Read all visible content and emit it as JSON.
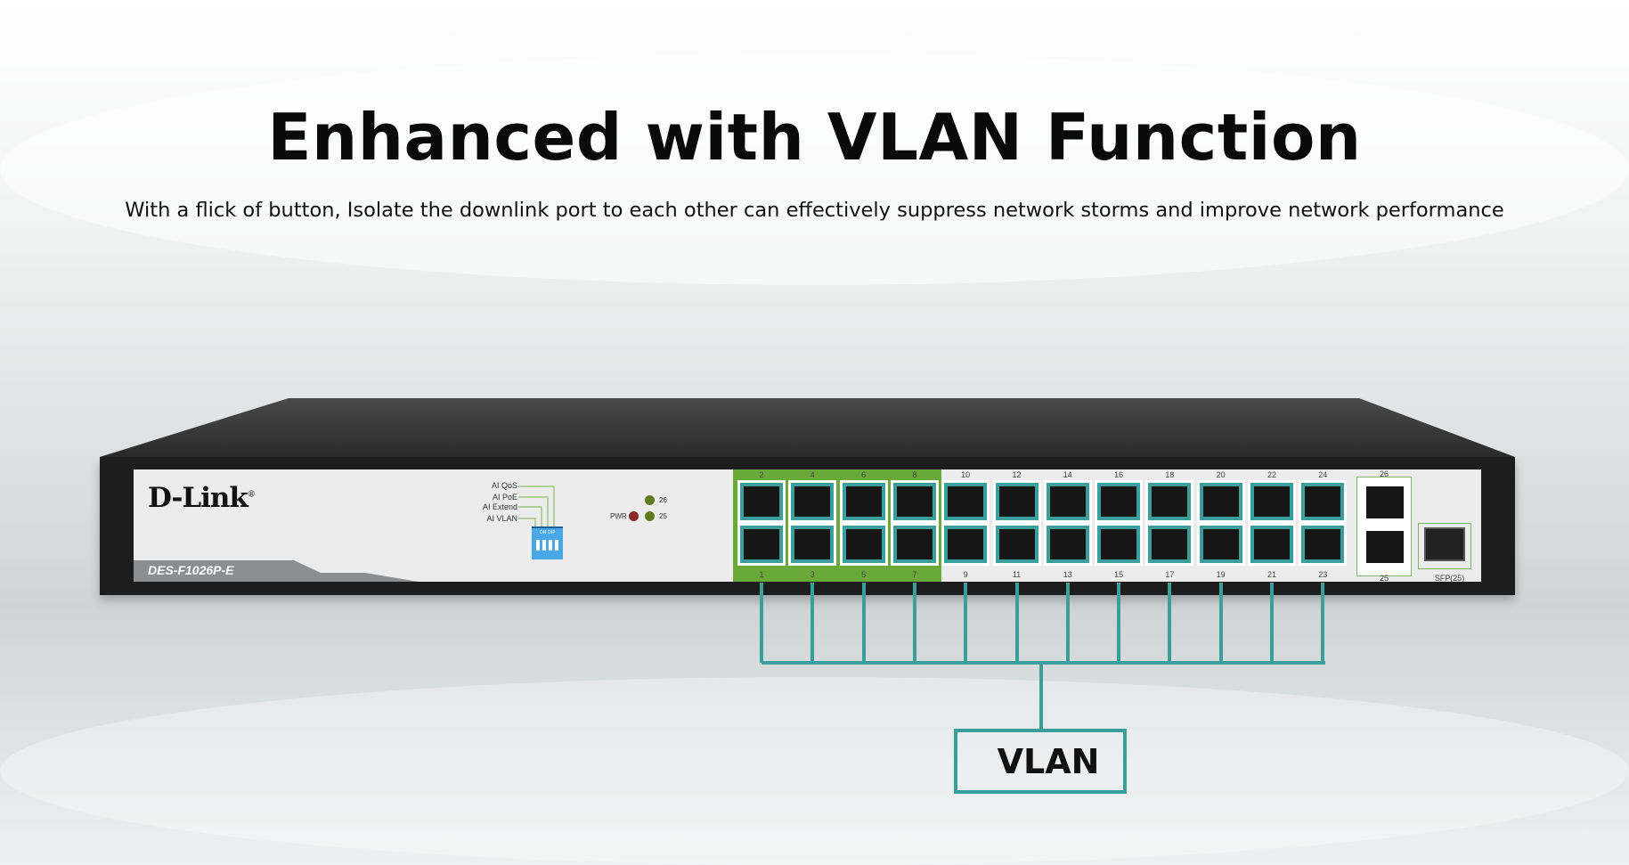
{
  "header": {
    "title": "Enhanced with VLAN Function",
    "subtitle": "With a flick of button, Isolate the downlink port to each other can effectively suppress network storms and improve network performance"
  },
  "device": {
    "brand": "D-Link",
    "model": "DES-F1026P-E",
    "dip_switch_labels": [
      "AI QoS",
      "AI PoE",
      "AI Extend",
      "AI VLAN"
    ],
    "dip_switch_text": "ON DIP",
    "leds": {
      "pwr": "PWR",
      "led26": "26",
      "led25": "25"
    },
    "top_port_numbers": [
      "2",
      "4",
      "6",
      "8",
      "10",
      "12",
      "14",
      "16",
      "18",
      "20",
      "22",
      "24"
    ],
    "bottom_port_numbers": [
      "1",
      "3",
      "5",
      "7",
      "9",
      "11",
      "13",
      "15",
      "17",
      "19",
      "21",
      "23"
    ],
    "uplink_labels": {
      "top": "26",
      "bottom": "25",
      "sfp": "SFP(25)"
    }
  },
  "diagram": {
    "vlan_label": "VLAN",
    "accent_color": "#3a9e9a",
    "highlight_color": "#6aa83a"
  }
}
